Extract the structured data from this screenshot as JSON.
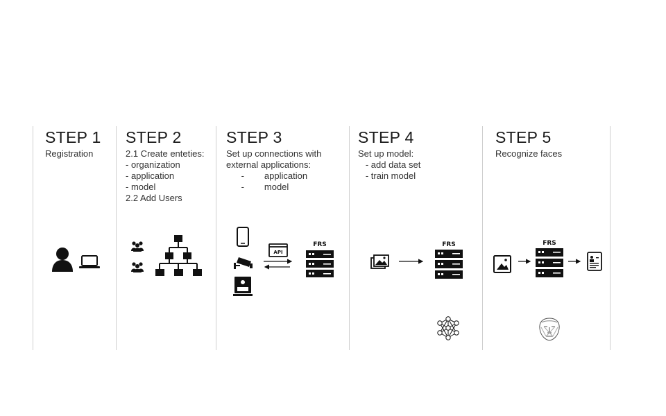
{
  "steps": [
    {
      "title": "STEP 1",
      "lines": [
        "Registration"
      ]
    },
    {
      "title": "STEP 2",
      "lines": [
        "2.1 Create enteties:",
        "- organization",
        "- application",
        "- model",
        "2.2 Add Users"
      ]
    },
    {
      "title": "STEP 3",
      "lines": [
        "Set up connections with",
        "external applications:",
        "      -        application",
        "      -        model"
      ]
    },
    {
      "title": "STEP 4",
      "lines": [
        "Set up model:",
        "   - add data set",
        "   - train model"
      ]
    },
    {
      "title": "STEP 5",
      "lines": [
        "Recognize faces"
      ]
    }
  ],
  "labels": {
    "api": "API",
    "frs": "FRS"
  },
  "icons": {
    "step1": [
      "user-icon",
      "laptop-icon"
    ],
    "step2": [
      "group-icon",
      "hierarchy-icon"
    ],
    "step3": [
      "phone-icon",
      "cctv-camera-icon",
      "badge-reader-icon",
      "api-window-icon",
      "arrows-icon",
      "server-icon"
    ],
    "step4": [
      "images-icon",
      "arrow-icon",
      "server-icon",
      "neural-network-icon"
    ],
    "step5": [
      "image-icon",
      "arrow-icon",
      "server-icon",
      "id-card-icon",
      "face-scan-icon"
    ]
  },
  "colors": {
    "ink": "#111111",
    "divider": "#cfcfcf"
  }
}
